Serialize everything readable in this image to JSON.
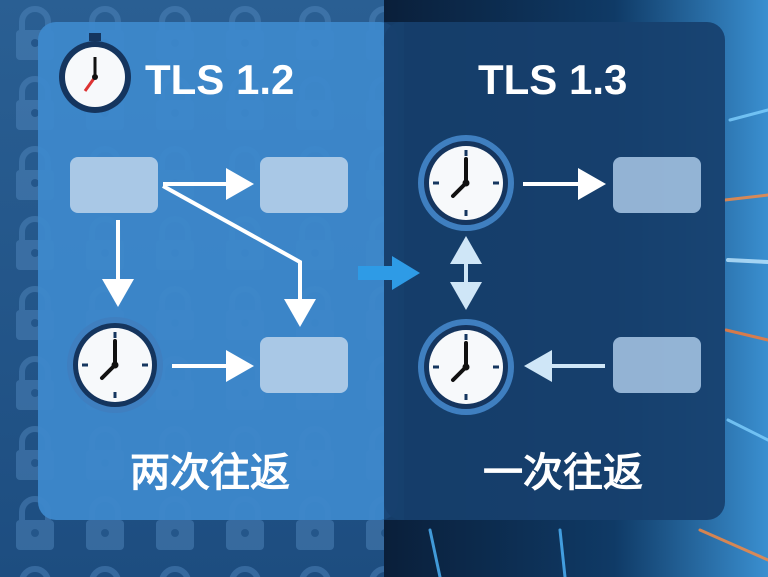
{
  "left_panel": {
    "title": "TLS 1.2",
    "caption": "两次往返"
  },
  "right_panel": {
    "title": "TLS 1.3",
    "caption": "一次往返"
  },
  "colors": {
    "left_panel": "#3d88cb",
    "right_panel": "#17406e",
    "accent_arrow": "#2e9be6"
  }
}
